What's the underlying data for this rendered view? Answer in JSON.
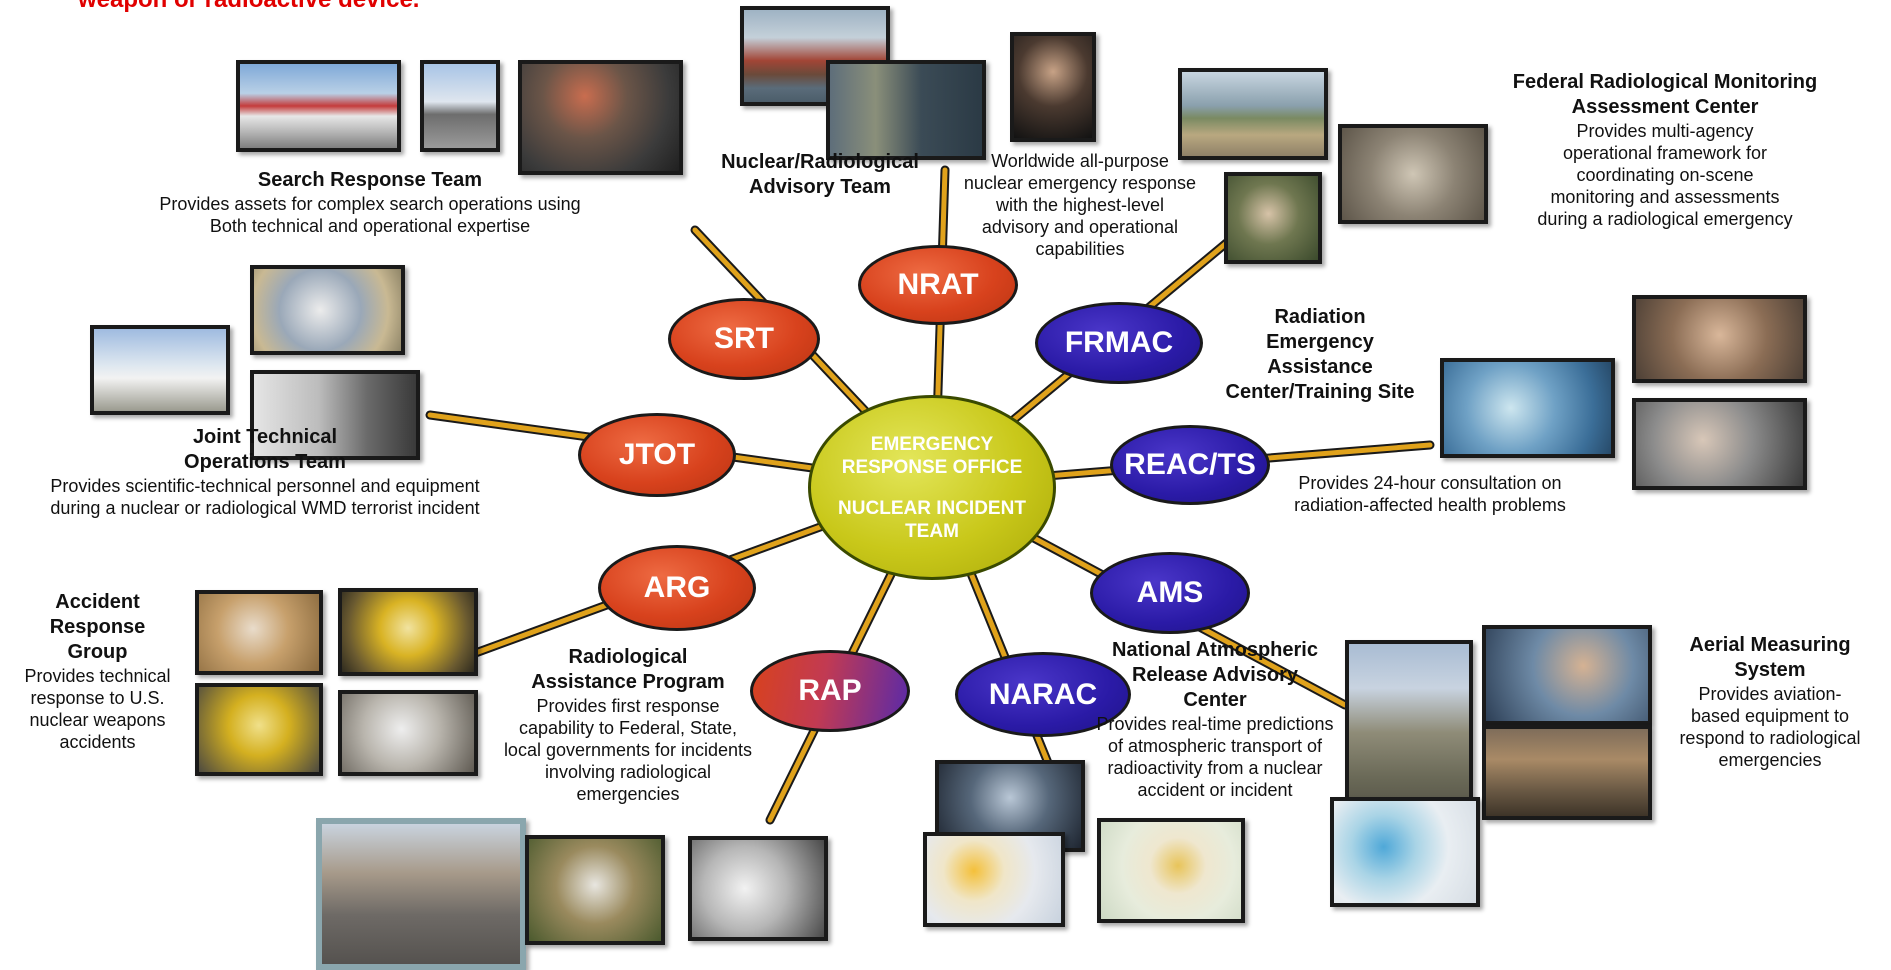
{
  "headline": "weapon or radioactive device.",
  "center": {
    "line1": "EMERGENCY",
    "line2": "RESPONSE OFFICE",
    "line3": "NUCLEAR INCIDENT",
    "line4": "TEAM"
  },
  "nodes": {
    "srt": "SRT",
    "nrat": "NRAT",
    "frmac": "FRMAC",
    "jtot": "JTOT",
    "reac": "REAC/TS",
    "arg": "ARG",
    "ams": "AMS",
    "rap": "RAP",
    "narac": "NARAC"
  },
  "teams": {
    "srt": {
      "title": "Search Response Team",
      "desc": "Provides assets for complex search operations using\nBoth technical and operational expertise"
    },
    "nrat": {
      "title": "Nuclear/Radiological\nAdvisory Team",
      "desc": "Worldwide all-purpose\nnuclear emergency response\nwith the highest-level\nadvisory and operational\ncapabilities"
    },
    "frmac": {
      "title": "Federal Radiological Monitoring\nAssessment Center",
      "desc": "Provides multi-agency\noperational framework for\ncoordinating on-scene\nmonitoring and assessments\nduring a radiological emergency"
    },
    "jtot": {
      "title": "Joint Technical\nOperations Team",
      "desc": "Provides scientific-technical personnel and equipment\nduring a nuclear or radiological WMD terrorist incident"
    },
    "reac": {
      "title": "Radiation\nEmergency\nAssistance\nCenter/Training Site",
      "desc": "Provides 24-hour consultation on\nradiation-affected health problems"
    },
    "arg": {
      "title": "Accident\nResponse\nGroup",
      "desc": "Provides technical\nresponse to U.S.\nnuclear weapons\naccidents"
    },
    "rap": {
      "title": "Radiological\nAssistance Program",
      "desc": "Provides first response\ncapability to Federal, State,\nlocal governments for incidents\ninvolving radiological\nemergencies"
    },
    "narac": {
      "title": "National Atmospheric\nRelease Advisory\nCenter",
      "desc": "Provides real-time predictions\nof atmospheric transport of\nradioactivity from a nuclear\naccident or incident"
    },
    "ams": {
      "title": "Aerial Measuring\nSystem",
      "desc": "Provides aviation-\nbased equipment to\nrespond to radiological\nemergencies"
    }
  },
  "colors": {
    "connector": "#e0a21b",
    "red_node": "#d8421d",
    "blue_node": "#2a1aa6",
    "center": "#c9c81a",
    "headline": "#e00000"
  }
}
